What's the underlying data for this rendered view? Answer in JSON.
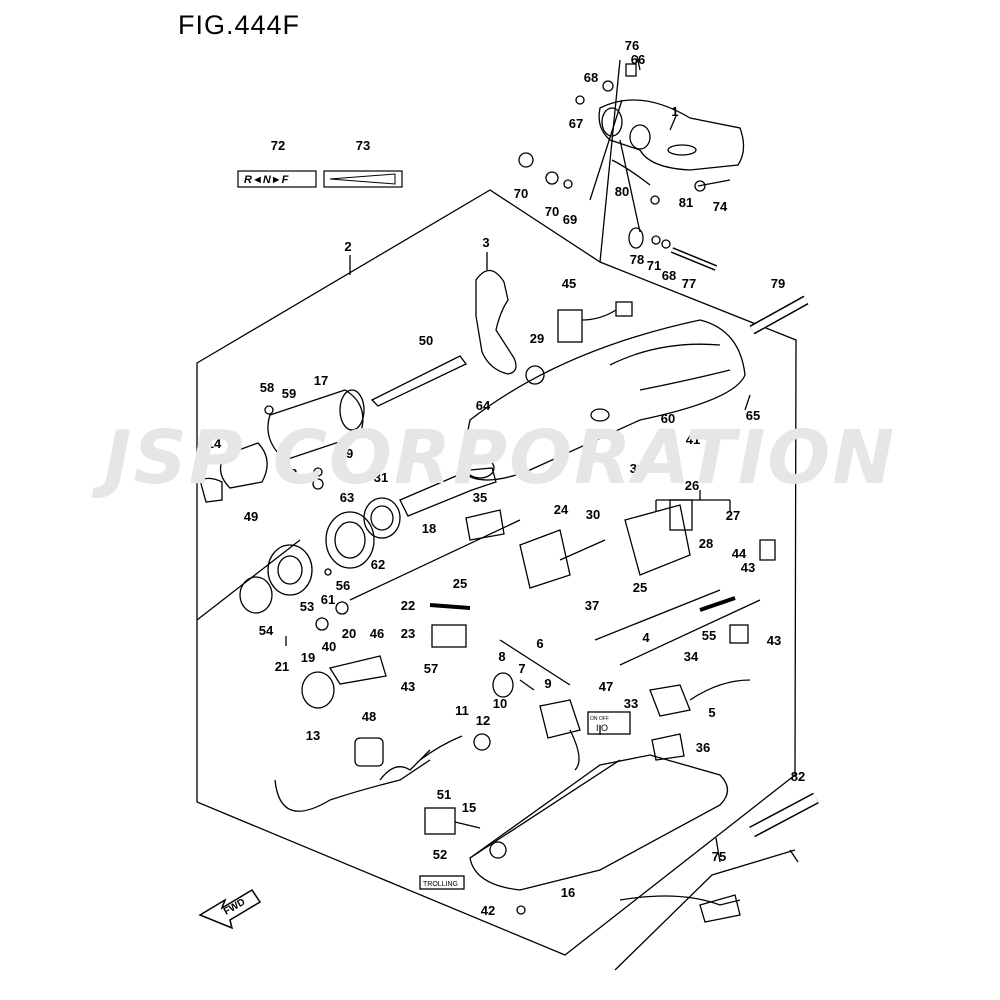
{
  "figure": {
    "title": "FIG.444F"
  },
  "watermark": "JSP CORPORATION",
  "direction_label": "FWD",
  "decals": {
    "shift_label": "R◄N►F",
    "trollig_label": "TROLLING",
    "switch_label": "ON OFF",
    "switch_symbol": "I O"
  },
  "callouts": [
    {
      "id": "76"
    },
    {
      "id": "66"
    },
    {
      "id": "68"
    },
    {
      "id": "67"
    },
    {
      "id": "1"
    },
    {
      "id": "72"
    },
    {
      "id": "73"
    },
    {
      "id": "70"
    },
    {
      "id": "70"
    },
    {
      "id": "69"
    },
    {
      "id": "80"
    },
    {
      "id": "81"
    },
    {
      "id": "74"
    },
    {
      "id": "78"
    },
    {
      "id": "71"
    },
    {
      "id": "68"
    },
    {
      "id": "77"
    },
    {
      "id": "79"
    },
    {
      "id": "2"
    },
    {
      "id": "3"
    },
    {
      "id": "45"
    },
    {
      "id": "50"
    },
    {
      "id": "29"
    },
    {
      "id": "58"
    },
    {
      "id": "59"
    },
    {
      "id": "17"
    },
    {
      "id": "65"
    },
    {
      "id": "64"
    },
    {
      "id": "60"
    },
    {
      "id": "41"
    },
    {
      "id": "14"
    },
    {
      "id": "39"
    },
    {
      "id": "38"
    },
    {
      "id": "32"
    },
    {
      "id": "31"
    },
    {
      "id": "63"
    },
    {
      "id": "49"
    },
    {
      "id": "26"
    },
    {
      "id": "35"
    },
    {
      "id": "24"
    },
    {
      "id": "30"
    },
    {
      "id": "27"
    },
    {
      "id": "18"
    },
    {
      "id": "28"
    },
    {
      "id": "44"
    },
    {
      "id": "43"
    },
    {
      "id": "62"
    },
    {
      "id": "56"
    },
    {
      "id": "25"
    },
    {
      "id": "25"
    },
    {
      "id": "61"
    },
    {
      "id": "53"
    },
    {
      "id": "37"
    },
    {
      "id": "22"
    },
    {
      "id": "20"
    },
    {
      "id": "54"
    },
    {
      "id": "40"
    },
    {
      "id": "23"
    },
    {
      "id": "46"
    },
    {
      "id": "4"
    },
    {
      "id": "55"
    },
    {
      "id": "43"
    },
    {
      "id": "6"
    },
    {
      "id": "21"
    },
    {
      "id": "19"
    },
    {
      "id": "57"
    },
    {
      "id": "8"
    },
    {
      "id": "7"
    },
    {
      "id": "34"
    },
    {
      "id": "9"
    },
    {
      "id": "43"
    },
    {
      "id": "47"
    },
    {
      "id": "33"
    },
    {
      "id": "10"
    },
    {
      "id": "5"
    },
    {
      "id": "13"
    },
    {
      "id": "11"
    },
    {
      "id": "12"
    },
    {
      "id": "48"
    },
    {
      "id": "36"
    },
    {
      "id": "82"
    },
    {
      "id": "51"
    },
    {
      "id": "15"
    },
    {
      "id": "52"
    },
    {
      "id": "75"
    },
    {
      "id": "16"
    },
    {
      "id": "42"
    }
  ]
}
